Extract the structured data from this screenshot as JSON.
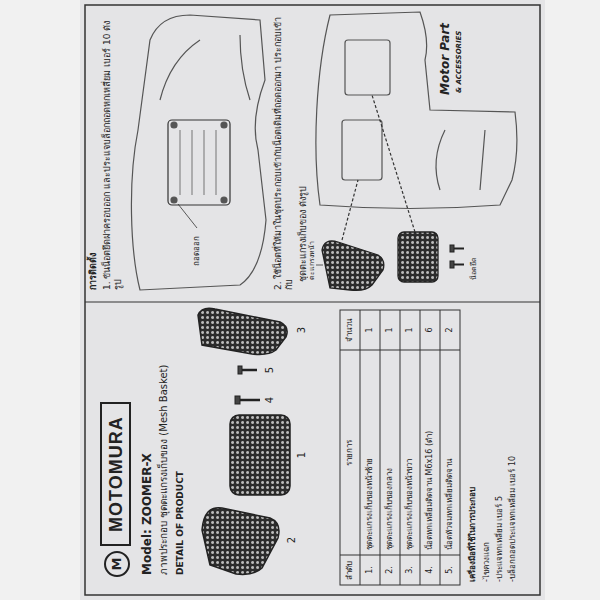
{
  "diagram": {
    "nodes": [
      {
        "text": [
          "MOTOMURA"
        ]
      }
    ],
    "labels": [
      "M",
      "Model: ZOOMER-X",
      "ภาพประกอบ ชุดตะแกรงเก็บของ (Mesh Basket)",
      "DETAIL OF PRODUCT",
      "2",
      "5",
      "4",
      "1",
      "3",
      "ลำดับ",
      "รายการ",
      "จำนวน",
      "1.",
      "ชุดตะแกรงเก็บของหน้าซ้าย",
      "1",
      "2.",
      "ชุดตะแกรงเก็บของกลาง",
      "1",
      "3.",
      "ชุดตะแกรงเก็บของหน้าขวา",
      "1",
      "4.",
      "น็อตหกเหลี่ยมติดจาน M6x16 (ดำ)",
      "6",
      "5.",
      "น็อตหัวจมหกเหลี่ยมติดจาน",
      "2",
      "เครื่องมือที่ใช้ในการประกอบ",
      "-ไขควงแฉก",
      "-ประแจหกเหลี่ยม เบอร์ 5",
      "-บล็อกถอดประแจหกเหลี่ยม เบอร์ 10",
      "การติดตั้ง",
      "1. ขันน็อตยึดฝาครอบออก และประแจบล็อกถอดหกเหลี่ยม เบอร์ 10 ดังรูป",
      "ถอดออก",
      "2. ใช้น็อตที่ให้มาในชุดประกอบเข้ากับน็อตเดิมที่ถอดออกมา ประกอบเข้ากับ",
      "ชุดตะแกรงเก็บของ ดังรูป",
      "ตะแกรงหน้า",
      "น็อตยึด",
      "Motor Part",
      "& ACCESSORIES"
    ]
  }
}
